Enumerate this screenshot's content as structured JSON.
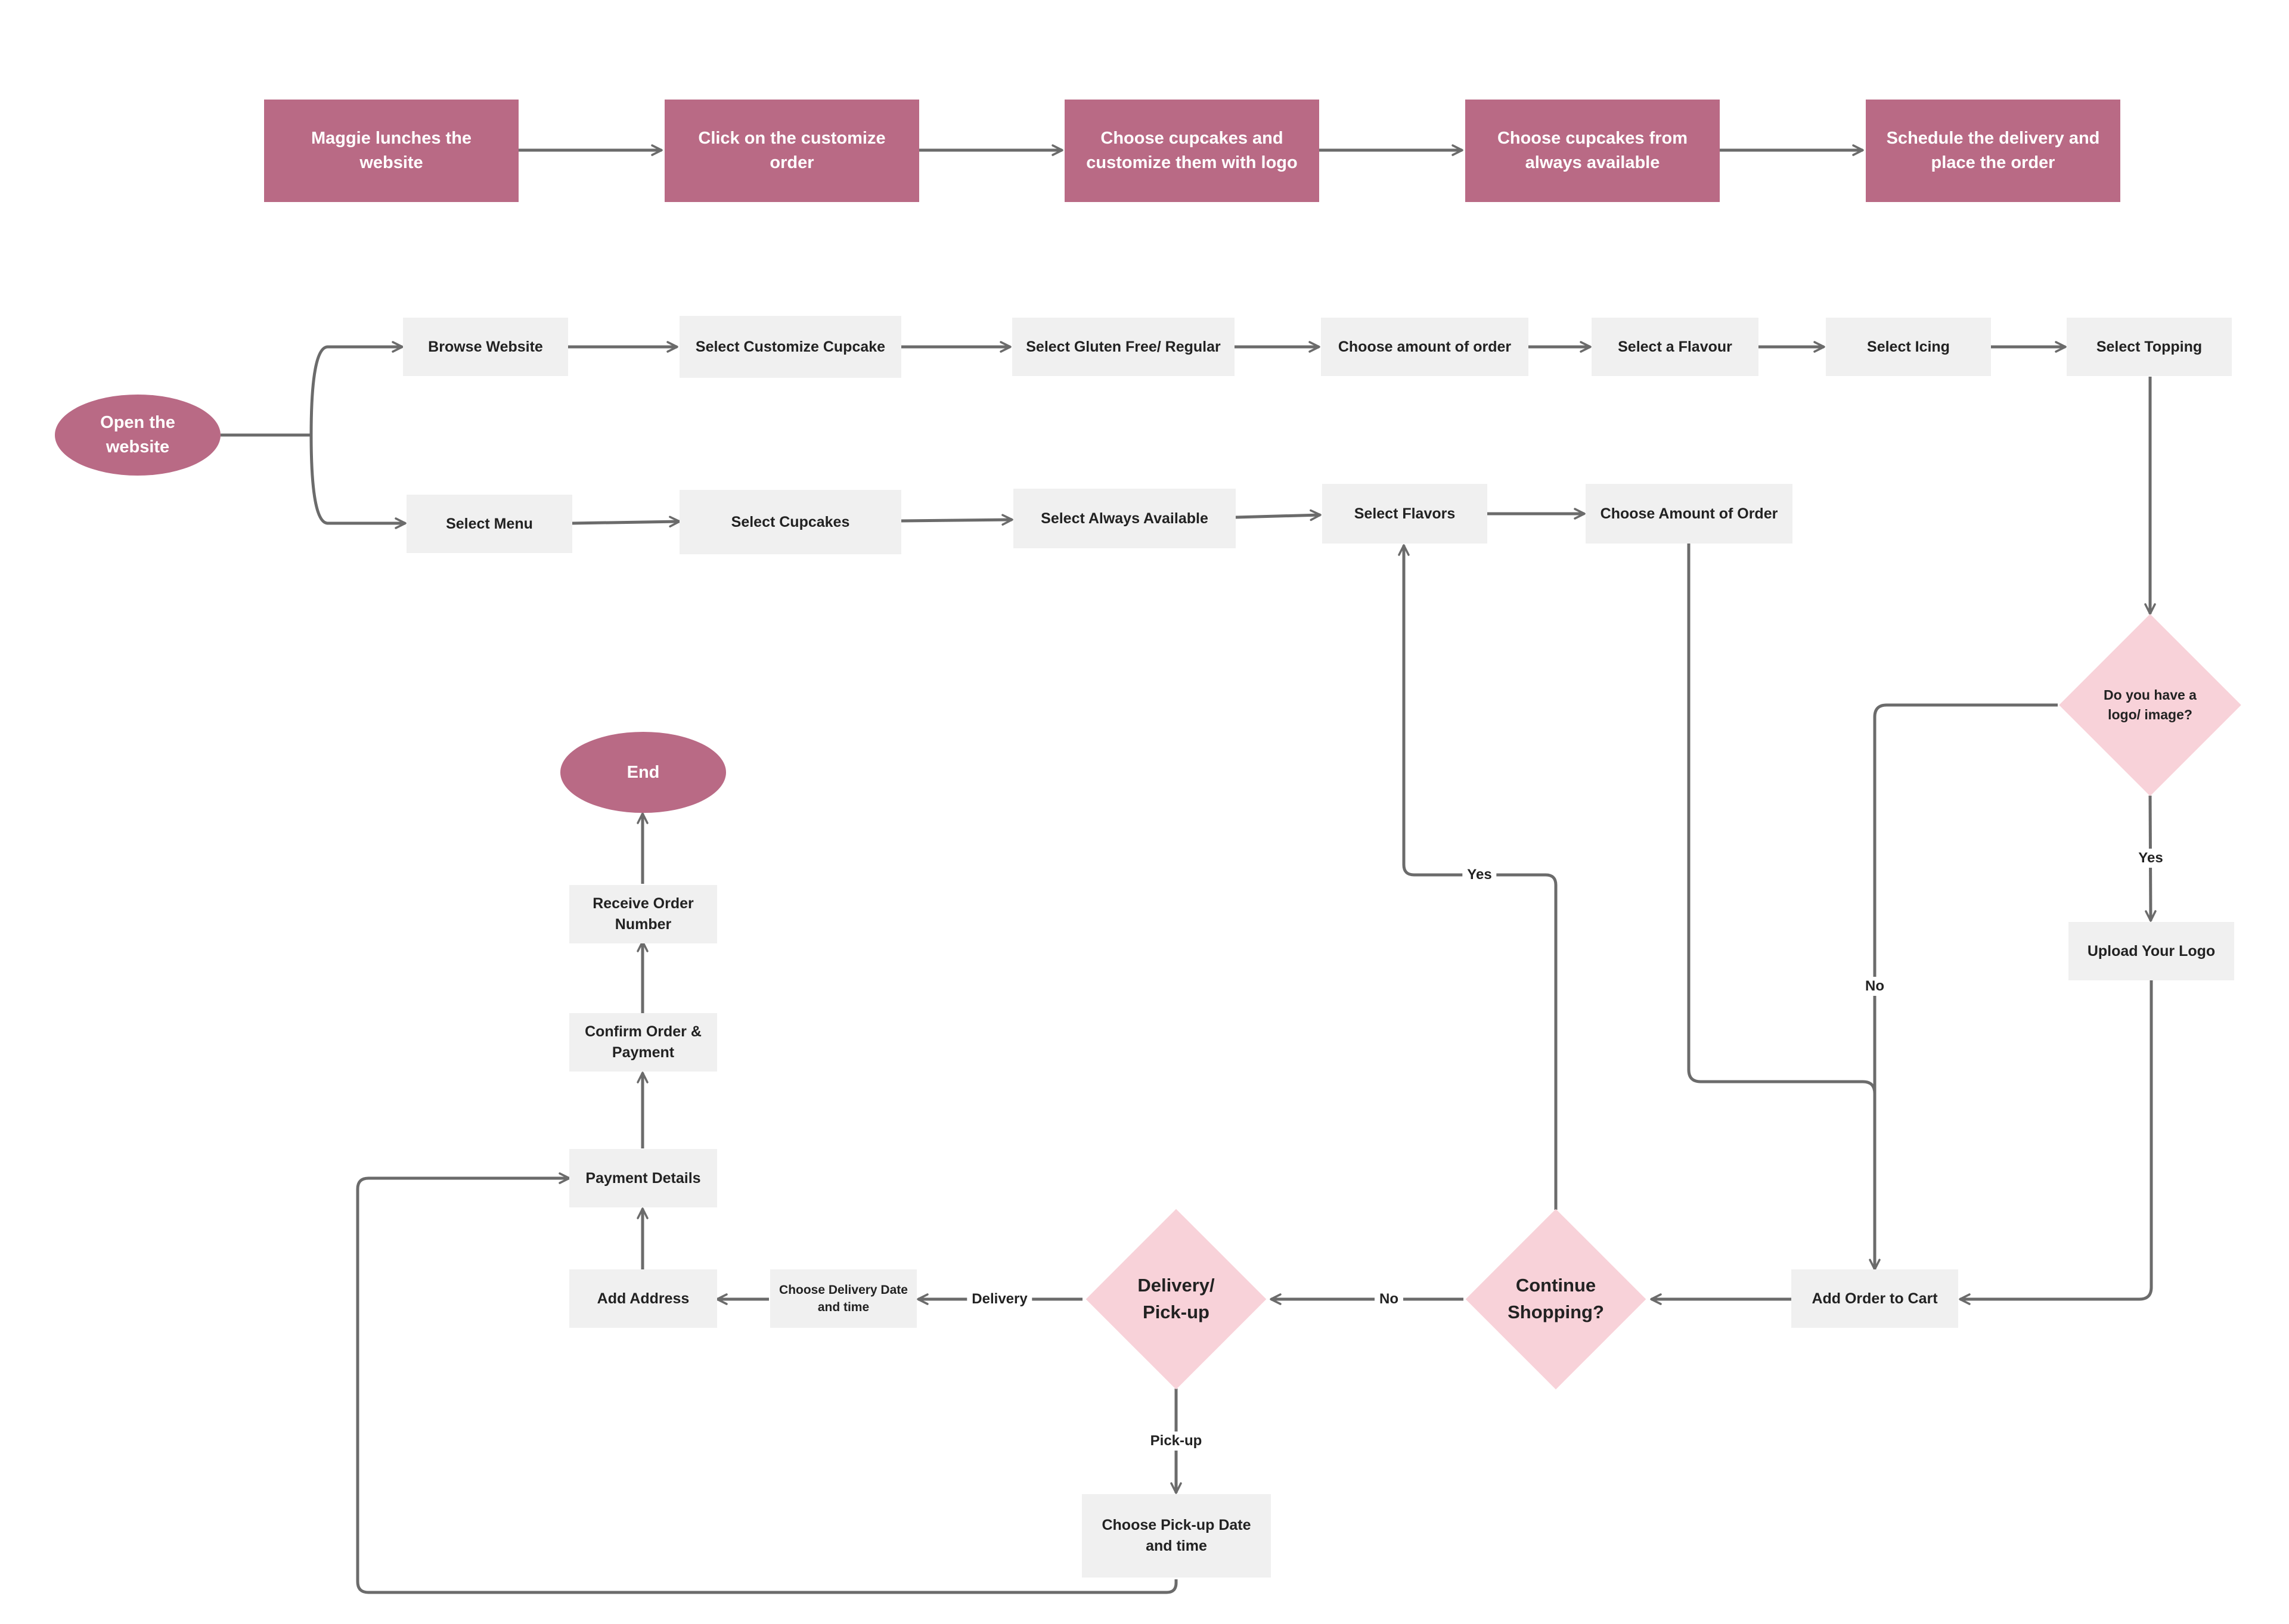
{
  "colors": {
    "journey_fill": "#b96a85",
    "step_fill": "#f0f0f0",
    "decision_fill": "#f8d2d9",
    "connector": "#6b6b6b"
  },
  "journey": {
    "step1": "Maggie lunches the website",
    "step2": "Click on the customize order",
    "step3": "Choose cupcakes and customize them with logo",
    "step4": "Choose cupcakes from always available",
    "step5": "Schedule the delivery and place the order"
  },
  "flow": {
    "start": "Open the website",
    "end": "End",
    "customize_path": {
      "browse_website": "Browse Website",
      "select_customize_cupcake": "Select Customize Cupcake",
      "select_gluten_free_regular": "Select Gluten Free/ Regular",
      "choose_amount_lower": "Choose amount of order",
      "select_flavour": "Select a Flavour",
      "select_icing": "Select Icing",
      "select_topping": "Select Topping"
    },
    "menu_path": {
      "select_menu": "Select Menu",
      "select_cupcakes": "Select Cupcakes",
      "select_always_available": "Select Always Available",
      "select_flavors": "Select Flavors",
      "choose_amount_upper": "Choose Amount of Order"
    },
    "logo_decision": "Do you have a logo/ image?",
    "upload_logo": "Upload Your Logo",
    "add_to_cart": "Add Order to Cart",
    "continue_decision": "Continue Shopping?",
    "delivery_decision": "Delivery/ Pick-up",
    "choose_delivery_date": "Choose Delivery Date and time",
    "choose_pickup_date": "Choose Pick-up Date and time",
    "add_address": "Add Address",
    "payment_details": "Payment Details",
    "confirm_order": "Confirm Order & Payment",
    "receive_order_number": "Receive Order Number",
    "edge_labels": {
      "logo_yes": "Yes",
      "logo_no": "No",
      "continue_yes": "Yes",
      "continue_no": "No",
      "delivery": "Delivery",
      "pickup": "Pick-up"
    }
  }
}
